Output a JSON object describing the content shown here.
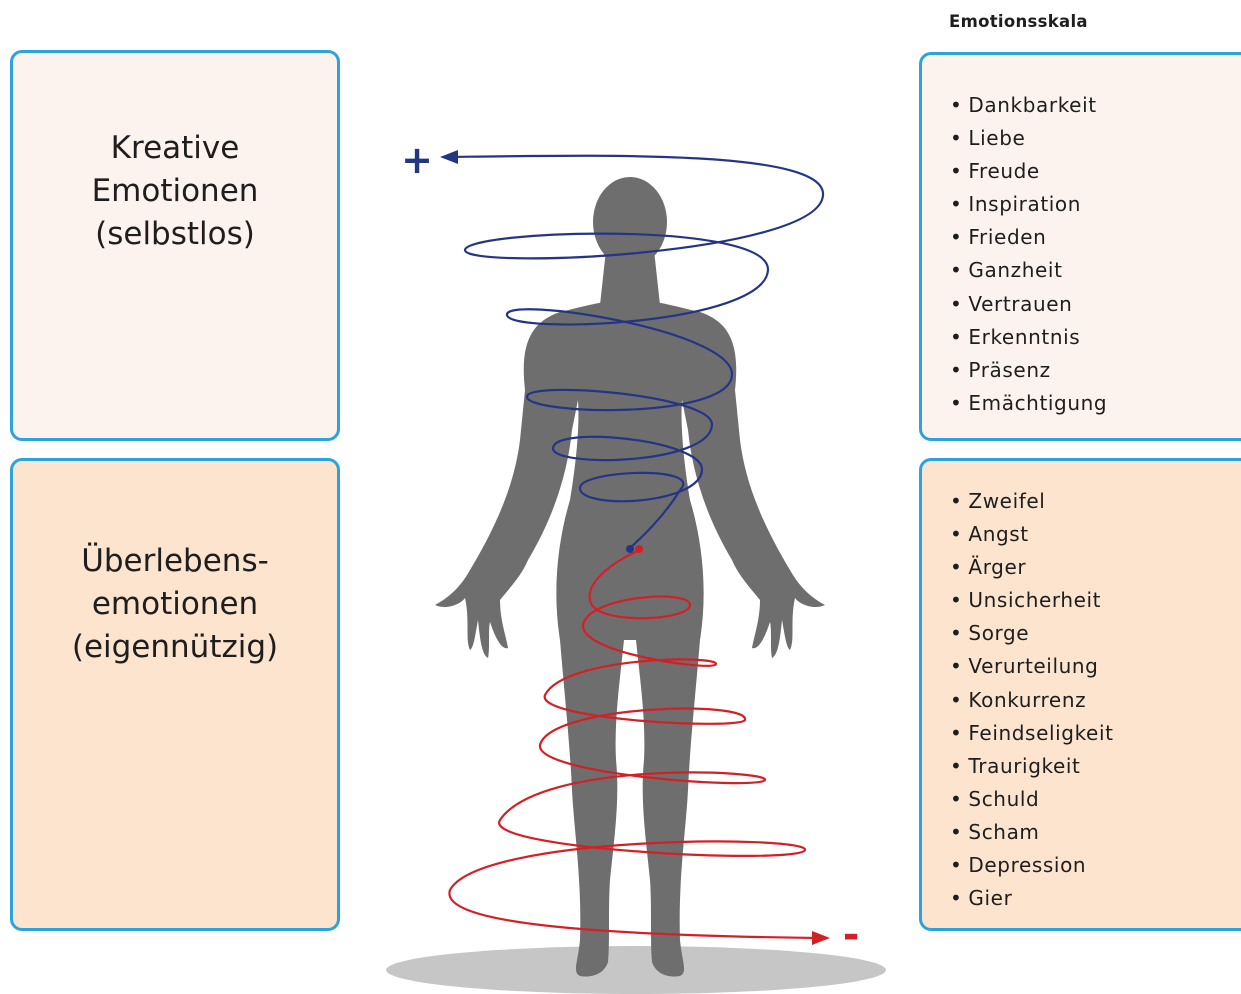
{
  "left": {
    "creative_label": "Kreative\nEmotionen\n(selbstlos)",
    "survival_label": "Überlebens-\nemotionen\n(eigennützig)"
  },
  "scale": {
    "title": "Emotionsskala",
    "creative_emotions": [
      "Dankbarkeit",
      "Liebe",
      "Freude",
      "Inspiration",
      "Frieden",
      "Ganzheit",
      "Vertrauen",
      "Erkenntnis",
      "Präsenz",
      "Emächtigung"
    ],
    "survival_emotions": [
      "Zweifel",
      "Angst",
      "Ärger",
      "Unsicherheit",
      "Sorge",
      "Verurteilung",
      "Konkurrenz",
      "Feindseligkeit",
      "Traurigkeit",
      "Schuld",
      "Scham",
      "Depression",
      "Gier"
    ]
  },
  "markers": {
    "plus": "+",
    "minus": "-"
  },
  "colors": {
    "border": "#2ba3dc",
    "creative_box": "#fdf3ee",
    "survival_box": "#fce4cf",
    "body": "#6e6e6e",
    "shadow": "#c6c6c6",
    "creative_spiral": "#253586",
    "survival_spiral": "#d32027"
  }
}
